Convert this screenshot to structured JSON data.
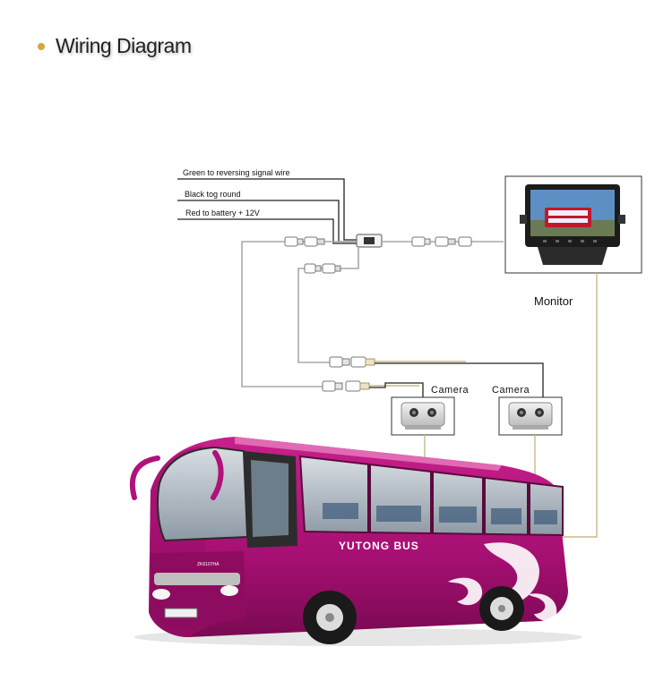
{
  "header": {
    "title": "Wiring Diagram"
  },
  "wires": {
    "green": "Green to reversing signal wire",
    "black": "Black tog round",
    "red": "Red to battery + 12V"
  },
  "monitor": {
    "label": "Monitor"
  },
  "cameras": [
    {
      "label": "Camera"
    },
    {
      "label": "Camera"
    }
  ],
  "bus": {
    "brand": "YUTONG BUS",
    "plate": "ZK6107HA"
  },
  "colors": {
    "bus_body": "#b0127a",
    "bus_dark": "#7a0a52",
    "wire_gray": "#a8a8a8",
    "wire_dark": "#222222",
    "wire_yellow": "#c9b98a",
    "accent": "#d9a441"
  }
}
